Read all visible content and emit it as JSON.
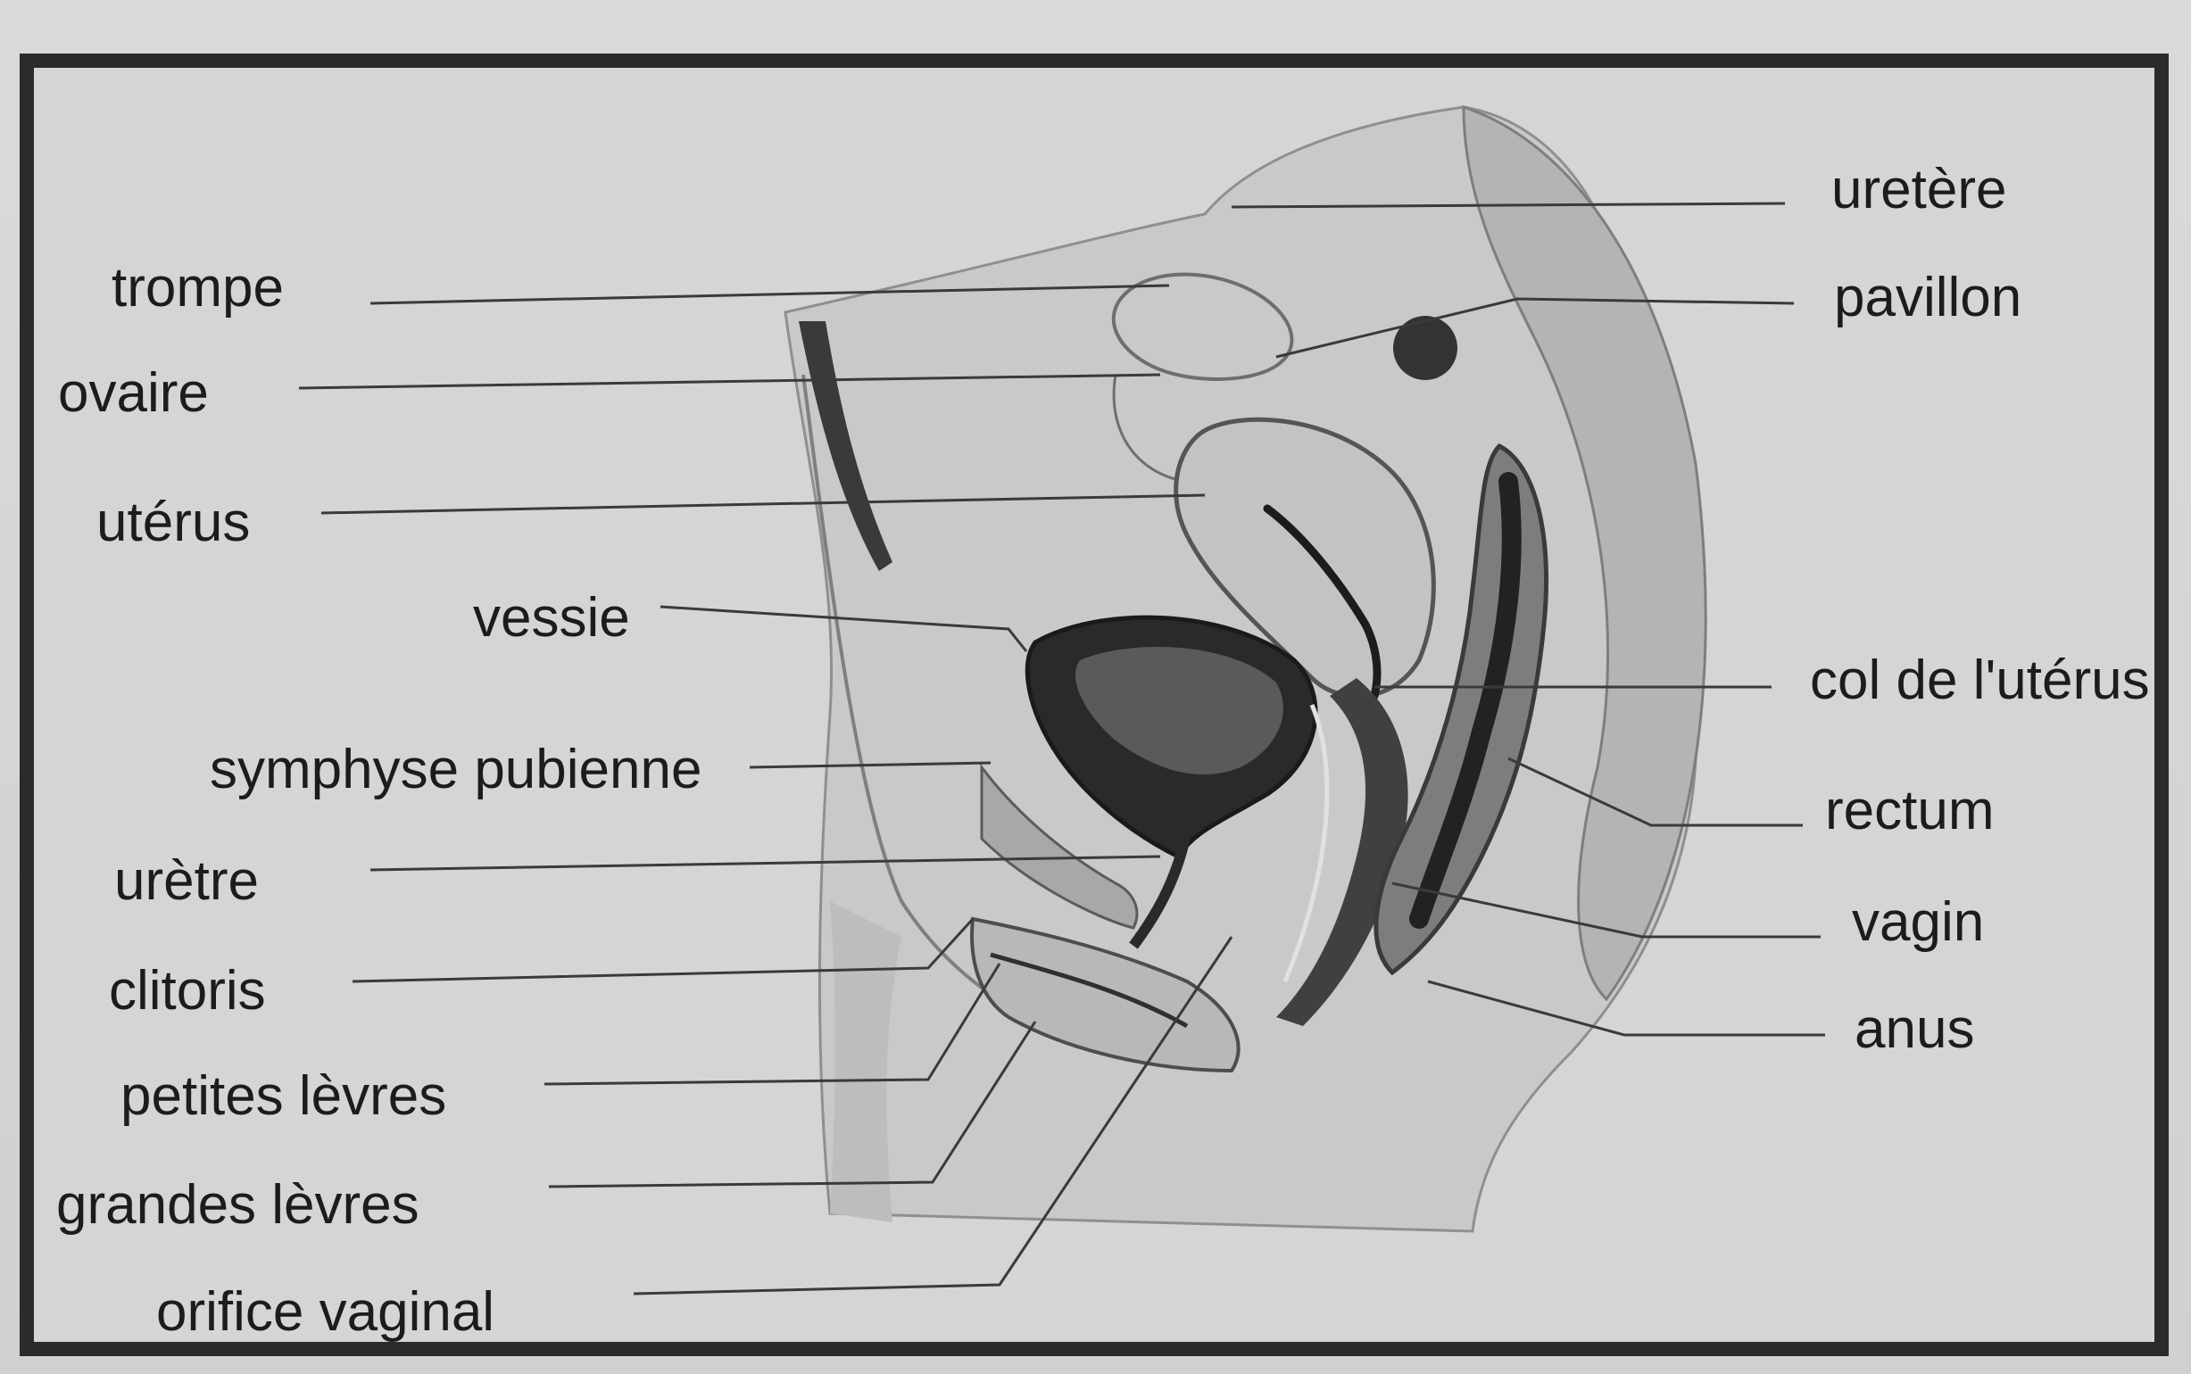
{
  "labels": {
    "left": {
      "trompe": "trompe",
      "ovaire": "ovaire",
      "uterus": "utérus",
      "vessie": "vessie",
      "symphyse": "symphyse pubienne",
      "uretre": "urètre",
      "clitoris": "clitoris",
      "petites_levres": "petites lèvres",
      "grandes_levres": "grandes lèvres",
      "orifice_vaginal": "orifice vaginal"
    },
    "right": {
      "uretere": "uretère",
      "pavillon": "pavillon",
      "col": "col de l'utérus",
      "rectum": "rectum",
      "vagin": "vagin",
      "anus": "anus"
    }
  },
  "colors": {
    "ink": "#1c1c1c",
    "frame": "#2b2b2b",
    "paper": "#d4d6d4",
    "tissue_light": "#bfc1bf",
    "tissue_dark": "#3a3a3a"
  }
}
